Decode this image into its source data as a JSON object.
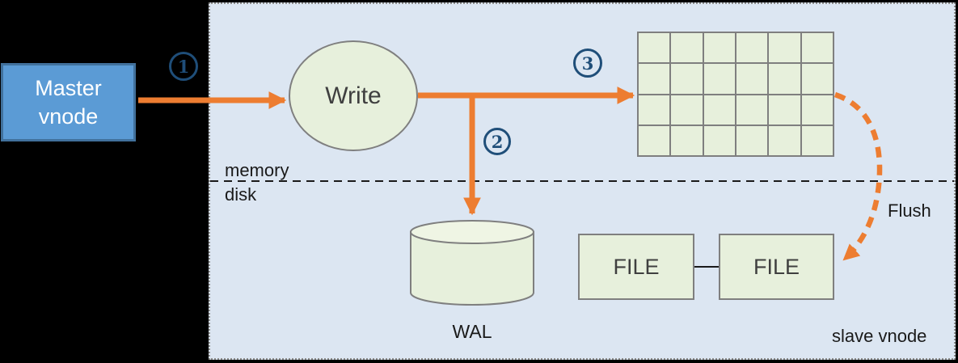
{
  "master_node": {
    "line1": "Master",
    "line2": "vnode"
  },
  "write_node": {
    "label": "Write"
  },
  "wal_node": {
    "label": "WAL"
  },
  "file_nodes": {
    "file1": "FILE",
    "file2": "FILE"
  },
  "labels": {
    "memory": "memory",
    "disk": "disk",
    "flush": "Flush",
    "slave_vnode": "slave vnode"
  },
  "steps": {
    "one": "1",
    "two": "2",
    "three": "3"
  },
  "memtable": {
    "rows": 4,
    "cols": 6
  },
  "colors": {
    "arrow": "#ed7d31",
    "panel_bg": "#dce6f2",
    "panel_border": "#8b8b8b",
    "shape_fill": "#e7f0dc",
    "shape_fill_light": "#eff5e4",
    "shape_border": "#7f7f7f",
    "master_fill": "#5b9bd5",
    "master_border": "#41719c",
    "step_circle": "#1f4e79"
  }
}
